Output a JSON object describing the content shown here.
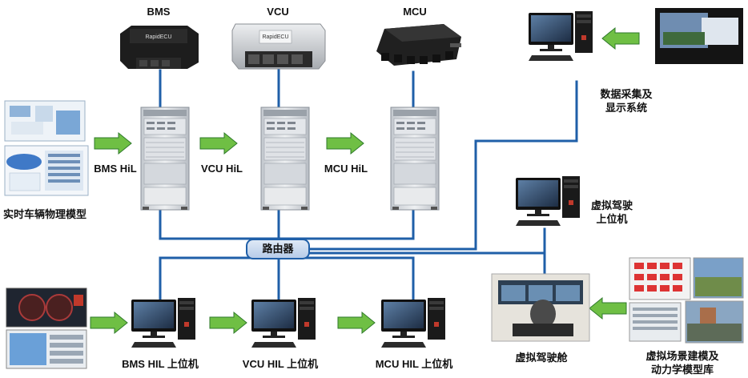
{
  "labels": {
    "bms": "BMS",
    "vcu": "VCU",
    "mcu": "MCU",
    "bms_hil": "BMS HiL",
    "vcu_hil": "VCU HiL",
    "mcu_hil": "MCU HiL",
    "realtime_model": "实时车辆物理模型",
    "router": "路由器",
    "data_acq_line1": "数据采集及",
    "data_acq_line2": "显示系统",
    "virtual_host_line1": "虚拟驾驶",
    "virtual_host_line2": "上位机",
    "bms_host": "BMS HIL 上位机",
    "vcu_host": "VCU HIL 上位机",
    "mcu_host": "MCU HIL 上位机",
    "cockpit": "虚拟驾驶舱",
    "scene_line1": "虚拟场景建模及",
    "scene_line2": "动力学模型库"
  },
  "ecu_texts": {
    "bms_brand": "RapidECU",
    "vcu_brand": "RapidECU"
  },
  "colors": {
    "network_line": "#1f5fa8",
    "arrow_fill": "#6fbf44",
    "arrow_stroke": "#2f7a2b",
    "cabinet_body": "#d9dde2",
    "ecu_dark": "#1d1d1d",
    "ecu_silver": "#c9ccd0"
  }
}
